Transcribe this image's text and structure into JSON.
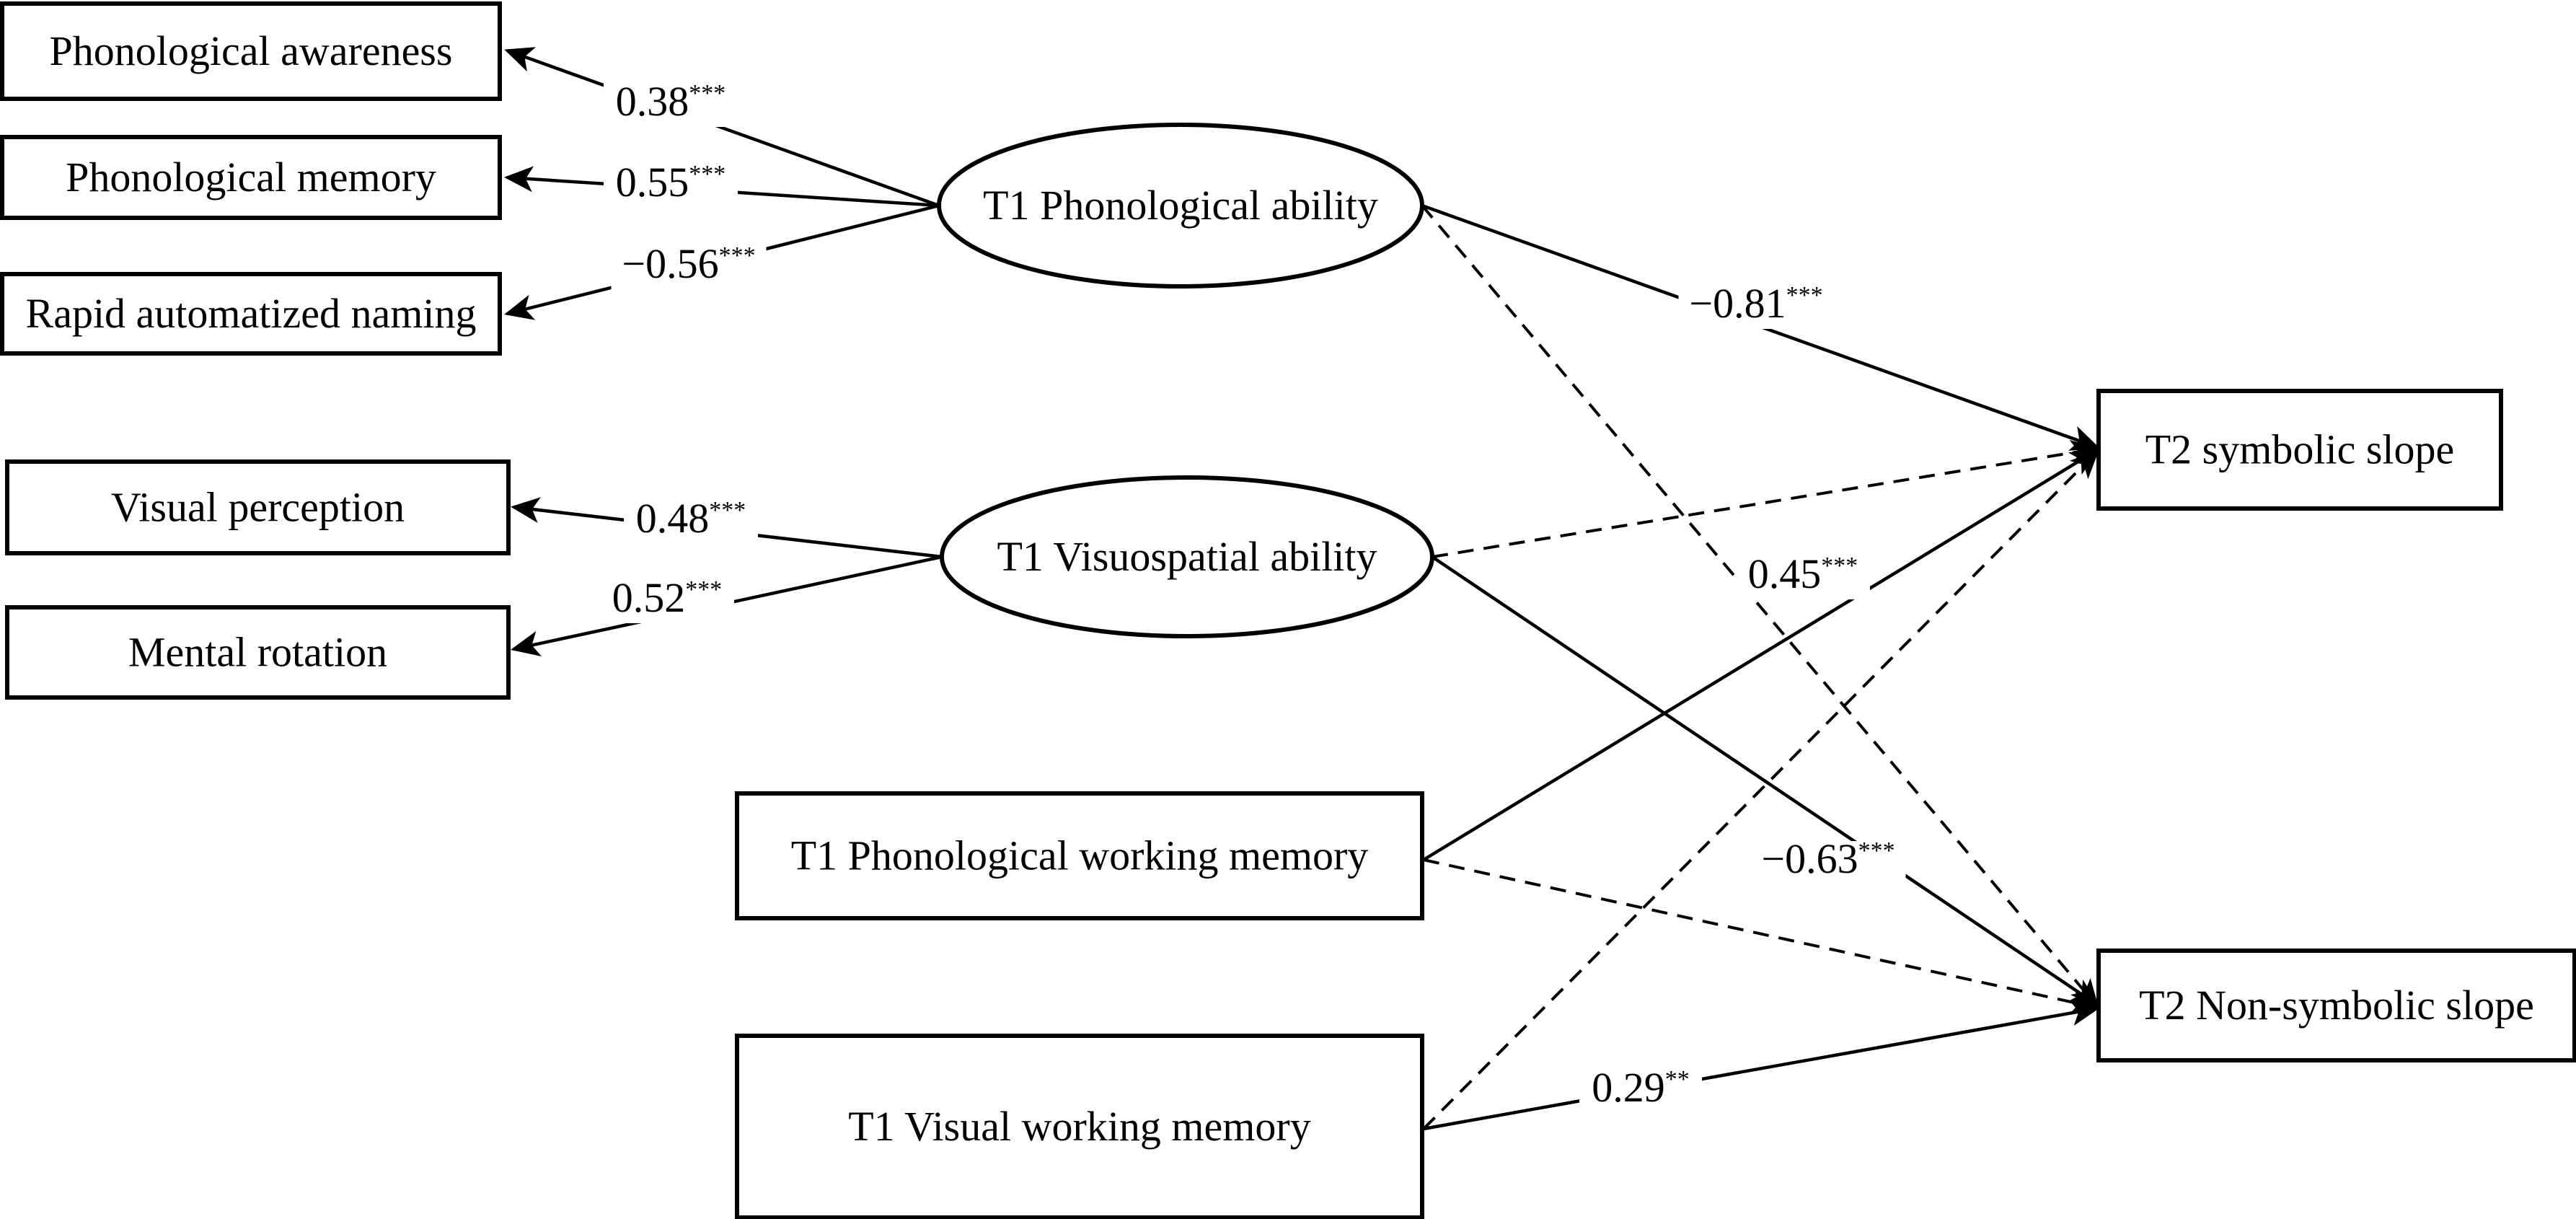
{
  "diagram": {
    "type": "structural-equation-model",
    "nodes": {
      "phon_awareness": {
        "label": "Phonological awareness",
        "shape": "box"
      },
      "phon_memory": {
        "label": "Phonological memory",
        "shape": "box"
      },
      "ran": {
        "label": "Rapid automatized naming",
        "shape": "box"
      },
      "visual_perception": {
        "label": "Visual perception",
        "shape": "box"
      },
      "mental_rotation": {
        "label": "Mental rotation",
        "shape": "box"
      },
      "t1_phon_ability": {
        "label": "T1 Phonological ability",
        "shape": "ellipse"
      },
      "t1_visuo_ability": {
        "label": "T1 Visuospatial ability",
        "shape": "ellipse"
      },
      "t1_phon_wm": {
        "label": "T1 Phonological working memory",
        "shape": "box"
      },
      "t1_vis_wm": {
        "label": "T1 Visual working memory",
        "shape": "box"
      },
      "t2_symbolic": {
        "label": "T2 symbolic slope",
        "shape": "box"
      },
      "t2_nonsymbolic": {
        "label": "T2 Non-symbolic slope",
        "shape": "box"
      }
    },
    "edges": [
      {
        "from": "t1_phon_ability",
        "to": "phon_awareness",
        "value": "0.38",
        "sig": "***",
        "style": "solid"
      },
      {
        "from": "t1_phon_ability",
        "to": "phon_memory",
        "value": "0.55",
        "sig": "***",
        "style": "solid"
      },
      {
        "from": "t1_phon_ability",
        "to": "ran",
        "value": "−0.56",
        "sig": "***",
        "style": "solid"
      },
      {
        "from": "t1_visuo_ability",
        "to": "visual_perception",
        "value": "0.48",
        "sig": "***",
        "style": "solid"
      },
      {
        "from": "t1_visuo_ability",
        "to": "mental_rotation",
        "value": "0.52",
        "sig": "***",
        "style": "solid"
      },
      {
        "from": "t1_phon_ability",
        "to": "t2_symbolic",
        "value": "−0.81",
        "sig": "***",
        "style": "solid"
      },
      {
        "from": "t1_phon_ability",
        "to": "t2_nonsymbolic",
        "value": "",
        "sig": "",
        "style": "dashed"
      },
      {
        "from": "t1_visuo_ability",
        "to": "t2_symbolic",
        "value": "",
        "sig": "",
        "style": "dashed"
      },
      {
        "from": "t1_visuo_ability",
        "to": "t2_nonsymbolic",
        "value": "−0.63",
        "sig": "***",
        "style": "solid"
      },
      {
        "from": "t1_phon_wm",
        "to": "t2_symbolic",
        "value": "0.45",
        "sig": "***",
        "style": "solid"
      },
      {
        "from": "t1_phon_wm",
        "to": "t2_nonsymbolic",
        "value": "",
        "sig": "",
        "style": "dashed"
      },
      {
        "from": "t1_vis_wm",
        "to": "t2_symbolic",
        "value": "",
        "sig": "",
        "style": "dashed"
      },
      {
        "from": "t1_vis_wm",
        "to": "t2_nonsymbolic",
        "value": "0.29",
        "sig": "**",
        "style": "solid"
      }
    ]
  }
}
